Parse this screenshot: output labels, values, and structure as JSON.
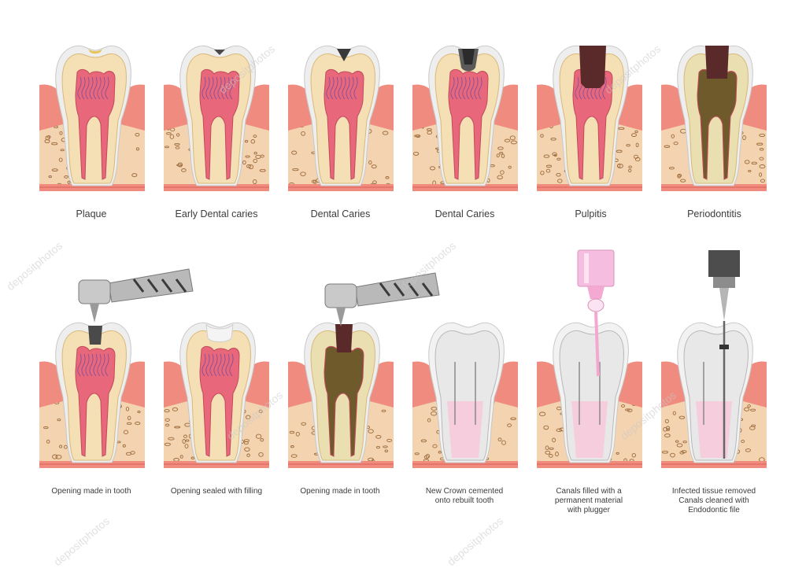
{
  "top_row": [
    {
      "label": "Plaque",
      "stage": "plaque"
    },
    {
      "label": "Early Dental caries",
      "stage": "early-caries"
    },
    {
      "label": "Dental Caries",
      "stage": "caries"
    },
    {
      "label": "Dental Caries",
      "stage": "deep-caries"
    },
    {
      "label": "Pulpitis",
      "stage": "pulpitis"
    },
    {
      "label": "Periodontitis",
      "stage": "periodontitis"
    }
  ],
  "bottom_row": [
    {
      "lines": [
        "Opening made in tooth"
      ],
      "stage": "drill"
    },
    {
      "lines": [
        "Opening sealed with filling"
      ],
      "stage": "filling"
    },
    {
      "lines": [
        "Opening made in tooth"
      ],
      "stage": "drill-infected"
    },
    {
      "lines": [
        "New Crown cemented",
        "onto rebuilt tooth"
      ],
      "stage": "crown"
    },
    {
      "lines": [
        "Canals filled with a",
        "permanent material",
        "with plugger"
      ],
      "stage": "plugger"
    },
    {
      "lines": [
        "Infected tissue removed",
        "Canals cleaned with",
        "Endodontic file"
      ],
      "stage": "file"
    }
  ],
  "watermark": "depositphotos",
  "colors": {
    "gum": "#f08c7f",
    "gum_dark": "#e36f62",
    "bone": "#f3d3b0",
    "bone_spot": "#9c6b3c",
    "enamel": "#eeeeee",
    "dentin": "#f5dfb4",
    "pulp": "#e9677a",
    "decay": "#5a2a2a",
    "infection": "#6f5a2c"
  }
}
